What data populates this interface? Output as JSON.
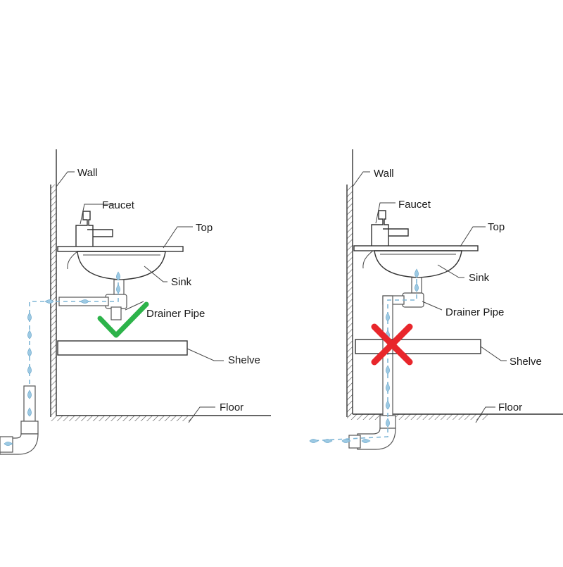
{
  "diagram": {
    "left_panel": {
      "labels": {
        "wall": "Wall",
        "faucet": "Faucet",
        "top": "Top",
        "sink": "Sink",
        "drainer_pipe": "Drainer Pipe",
        "shelve": "Shelve",
        "floor": "Floor"
      },
      "verdict": "correct",
      "verdict_icon": "check-mark-icon",
      "verdict_color": "#2db34a"
    },
    "right_panel": {
      "labels": {
        "wall": "Wall",
        "faucet": "Faucet",
        "top": "Top",
        "sink": "Sink",
        "drainer_pipe": "Drainer Pipe",
        "shelve": "Shelve",
        "floor": "Floor"
      },
      "verdict": "incorrect",
      "verdict_icon": "cross-mark-icon",
      "verdict_color": "#e8262b"
    },
    "colors": {
      "line": "#333333",
      "water_flow": "#7fb6d6"
    }
  }
}
